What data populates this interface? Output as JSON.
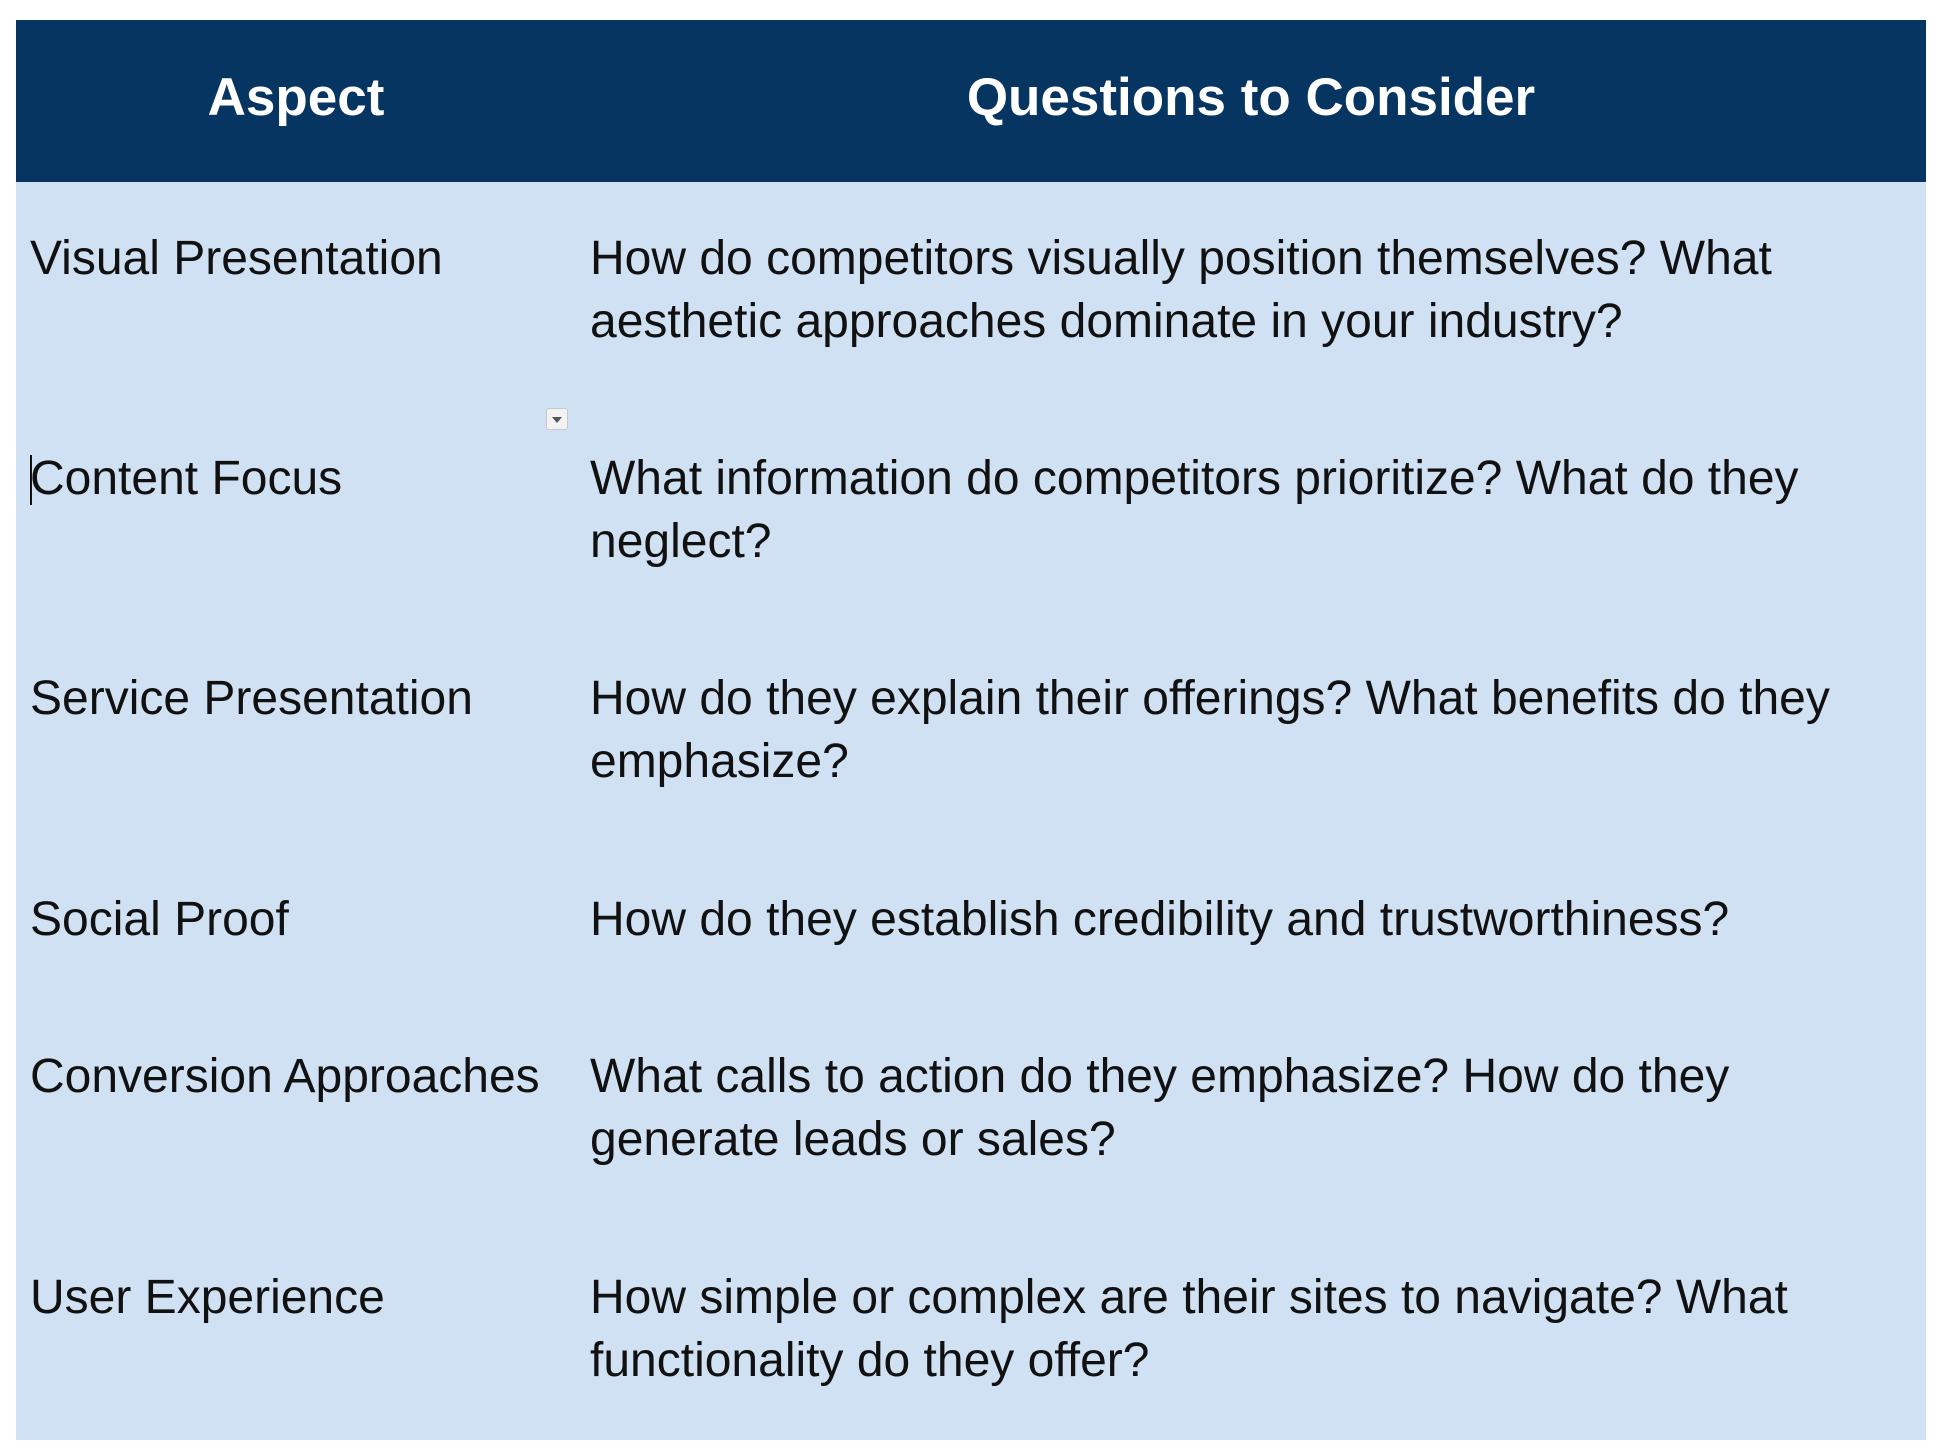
{
  "table": {
    "headers": {
      "aspect": "Aspect",
      "questions": "Questions to Consider"
    },
    "rows": [
      {
        "aspect": "Visual Presentation",
        "questions": "How do competitors visually position themselves? What aesthetic approaches dominate in your industry?"
      },
      {
        "aspect": "Content Focus",
        "questions": "What information do competitors prioritize? What do they neglect?"
      },
      {
        "aspect": "Service Presentation",
        "questions": "How do they explain their offerings? What benefits do they emphasize?"
      },
      {
        "aspect": "Social Proof",
        "questions": "How do they establish credibility and trustworthiness?"
      },
      {
        "aspect": "Conversion Approaches",
        "questions": "What calls to action do they emphasize? How do they generate leads or sales?"
      },
      {
        "aspect": "User Experience",
        "questions": "How simple or complex are their sites to navigate? What functionality do they offer?"
      }
    ]
  },
  "colors": {
    "header_bg": "#063562",
    "body_bg": "#d0e1f3",
    "header_text": "#ffffff",
    "body_text": "#111111"
  },
  "icons": {
    "dropdown": "chevron-down-icon"
  }
}
